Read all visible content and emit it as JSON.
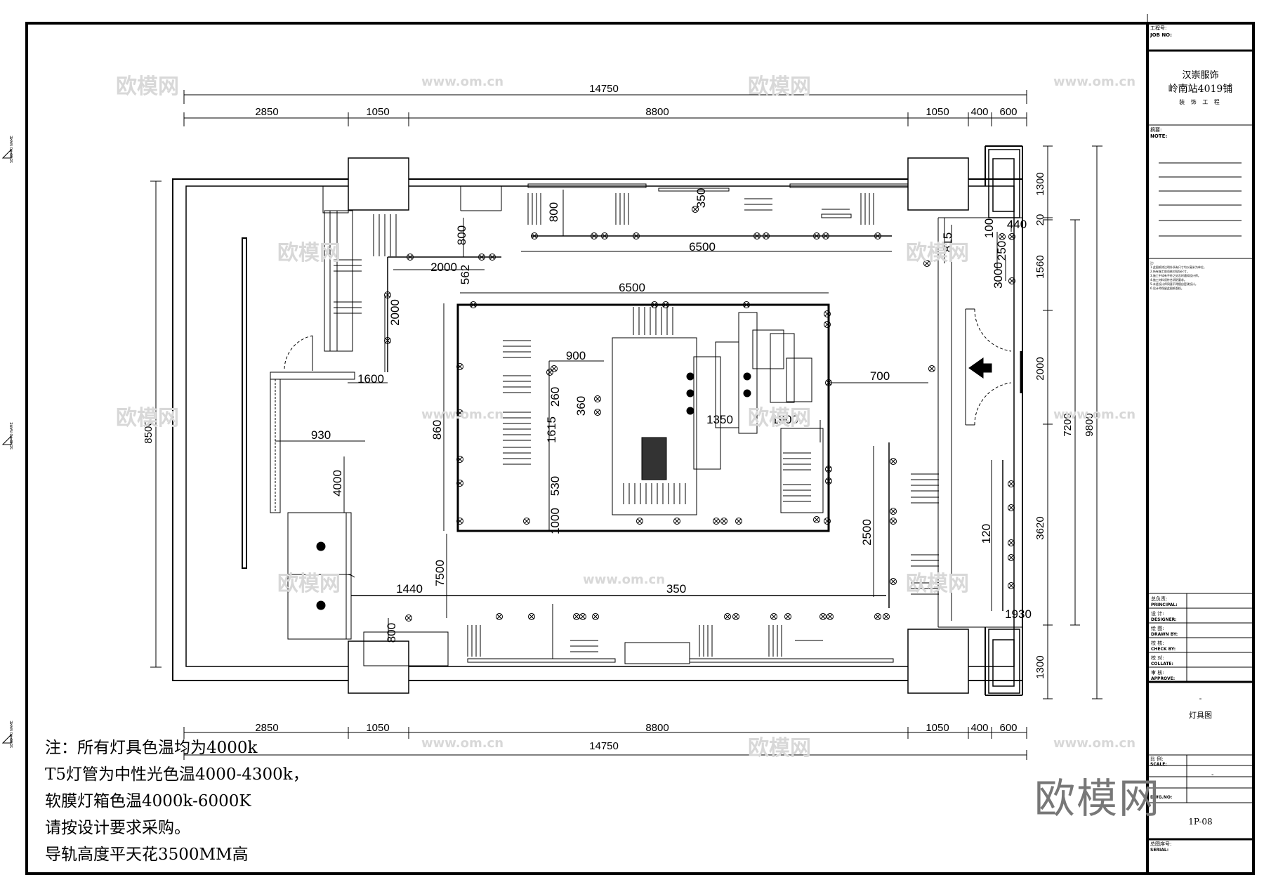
{
  "dimensions": {
    "top_total": "14750",
    "top_segments": [
      "2850",
      "1050",
      "8800",
      "1050",
      "400",
      "600"
    ],
    "bottom_total": "14750",
    "bottom_segments": [
      "2850",
      "1050",
      "8800",
      "1050",
      "400",
      "600"
    ],
    "left_total": "8500",
    "right_total": "9800",
    "right_inner": "7200",
    "right_segments": [
      "1300",
      "20",
      "1560",
      "2000",
      "3620",
      "1300"
    ],
    "interior": [
      "6500",
      "6500",
      "800",
      "350",
      "800",
      "2000",
      "2000",
      "562",
      "1600",
      "930",
      "4000",
      "860",
      "900",
      "260",
      "360",
      "1615",
      "530",
      "1000",
      "1350",
      "1900",
      "700",
      "815",
      "100",
      "440",
      "250",
      "3000",
      "2500",
      "120",
      "1930",
      "1440",
      "7500",
      "350",
      "800"
    ]
  },
  "notes": [
    "注：所有灯具色温均为4000k",
    "T5灯管为中性光色温4000-4300k，",
    "软膜灯箱色温4000k-6000K",
    "请按设计要求采购。",
    "导轨高度平天花3500MM高"
  ],
  "title_block": {
    "job_no_cn": "工程号:",
    "job_no_en": "JOB NO:",
    "client": "汉崇服饰",
    "project": "岭南站4019铺",
    "project_sub": "装 饰 工 程",
    "note_cn": "摘要:",
    "note_en": "NOTE:",
    "spec_lines": [
      "注:",
      "1.此图纸除注明外所有尺寸均以毫米为单位。",
      "2.所有施工前须核对现场尺寸。",
      "3.施工中如有不符之处及时通知设计师。",
      "4.施工材料须符合消防要求。",
      "5.未经设计师同意不得擅自更改设计。",
      "6.设计师保留此图纸版权。"
    ],
    "rows": [
      {
        "cn": "总负责:",
        "en": "PRINCIPAL:"
      },
      {
        "cn": "设 计:",
        "en": "DESIGNER:"
      },
      {
        "cn": "绘 图:",
        "en": "DRAWN BY:"
      },
      {
        "cn": "校 核:",
        "en": "CHECK BY:"
      },
      {
        "cn": "校 对:",
        "en": "COLLATE:"
      },
      {
        "cn": "审 核:",
        "en": "APPROVE:"
      }
    ],
    "drawing_title": "灯具图",
    "dash": "-",
    "scale_cn": "比 例:",
    "scale_en": "SCALE:",
    "scale_value": "-",
    "dwg_en": "DWG.NO:",
    "dwg_no": "1P-08",
    "serial_cn": "总图序号:",
    "serial_en": "SERIAL:"
  },
  "watermark": {
    "brand": "欧模网",
    "url": "www.om.cn"
  },
  "side_marks": [
    "SEND TO NAME",
    "SEND TO NAME",
    "SEND TO NAME"
  ]
}
